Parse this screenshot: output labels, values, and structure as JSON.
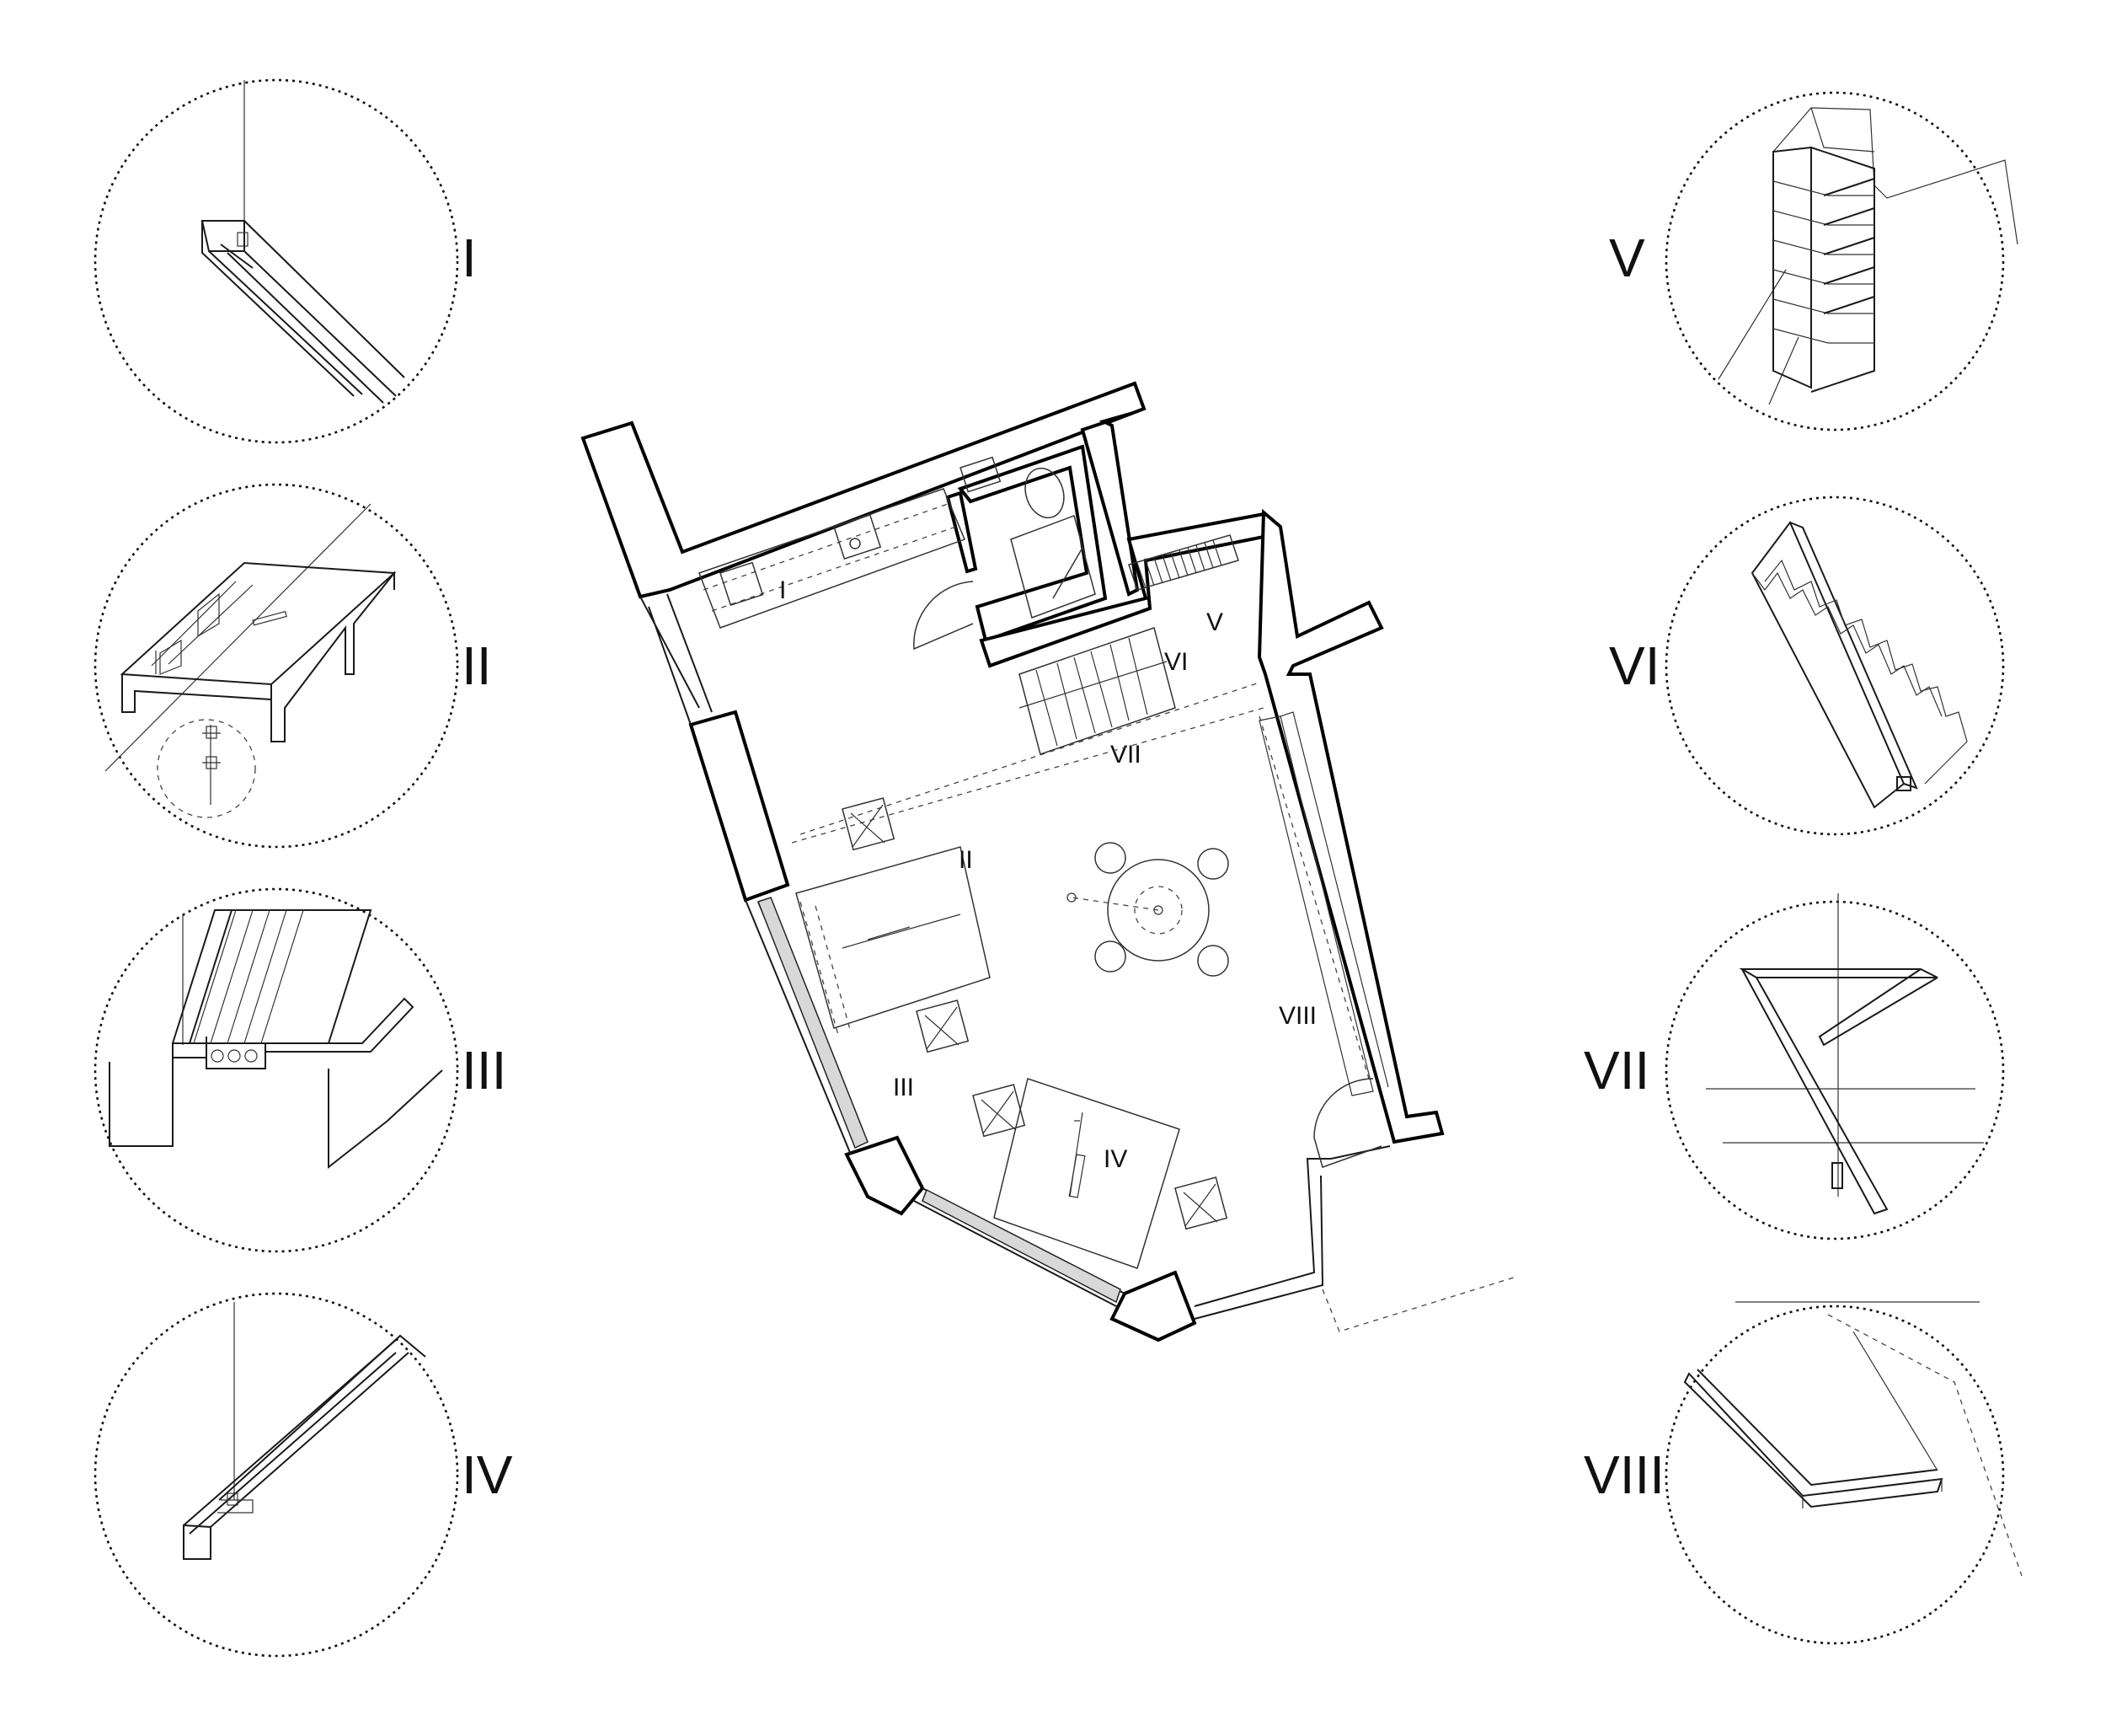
{
  "details_left": [
    {
      "id": "detail-I",
      "label": "I"
    },
    {
      "id": "detail-II",
      "label": "II"
    },
    {
      "id": "detail-III",
      "label": "III"
    },
    {
      "id": "detail-IV",
      "label": "IV"
    }
  ],
  "details_right": [
    {
      "id": "detail-V",
      "label": "V"
    },
    {
      "id": "detail-VI",
      "label": "VI"
    },
    {
      "id": "detail-VII",
      "label": "VII"
    },
    {
      "id": "detail-VIII",
      "label": "VIII"
    }
  ],
  "plan_labels": {
    "I": "I",
    "II": "II",
    "III": "III",
    "IV": "IV",
    "V": "V",
    "VI": "VI",
    "VII": "VII",
    "VIII": "VIII"
  }
}
